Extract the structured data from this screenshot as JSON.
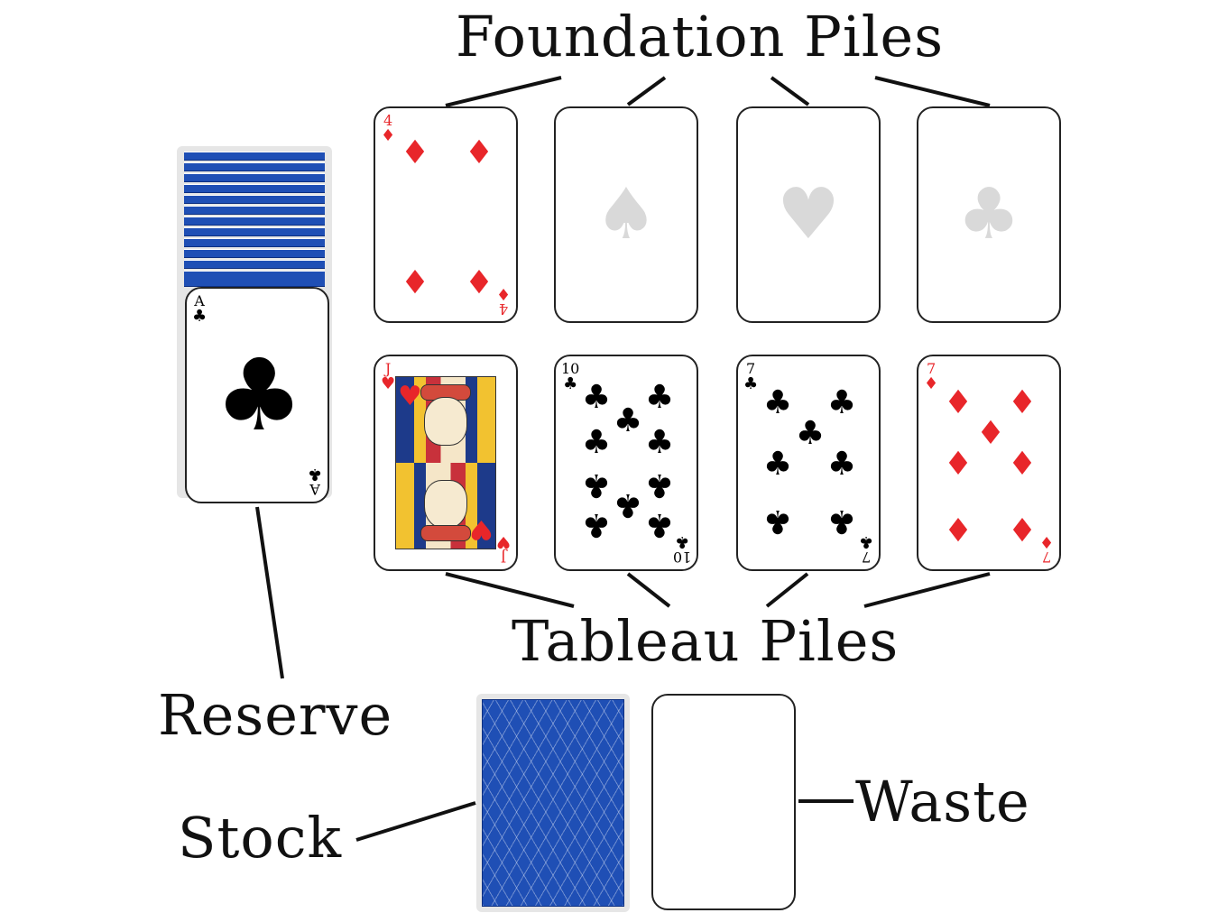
{
  "labels": {
    "foundation": "Foundation Piles",
    "tableau": "Tableau Piles",
    "reserve": "Reserve",
    "stock": "Stock",
    "waste": "Waste"
  },
  "colors": {
    "red_suit": "#e8262a",
    "black_suit": "#000000",
    "card_back": "#1f4fb5",
    "placeholder_suit": "#d9d9d9"
  },
  "foundation": [
    {
      "rank": "4",
      "suit": "♦",
      "color": "red",
      "state": "card"
    },
    {
      "suit": "♠",
      "state": "empty"
    },
    {
      "suit": "♥",
      "state": "empty"
    },
    {
      "suit": "♣",
      "state": "empty"
    }
  ],
  "tableau": [
    {
      "rank": "J",
      "suit": "♥",
      "color": "red",
      "face": true
    },
    {
      "rank": "10",
      "suit": "♣",
      "color": "black"
    },
    {
      "rank": "7",
      "suit": "♣",
      "color": "black"
    },
    {
      "rank": "7",
      "suit": "♦",
      "color": "red"
    }
  ],
  "reserve": {
    "top_card": {
      "rank": "A",
      "suit": "♣",
      "color": "black"
    }
  },
  "stock": {
    "state": "face-down"
  },
  "waste": {
    "state": "empty"
  }
}
